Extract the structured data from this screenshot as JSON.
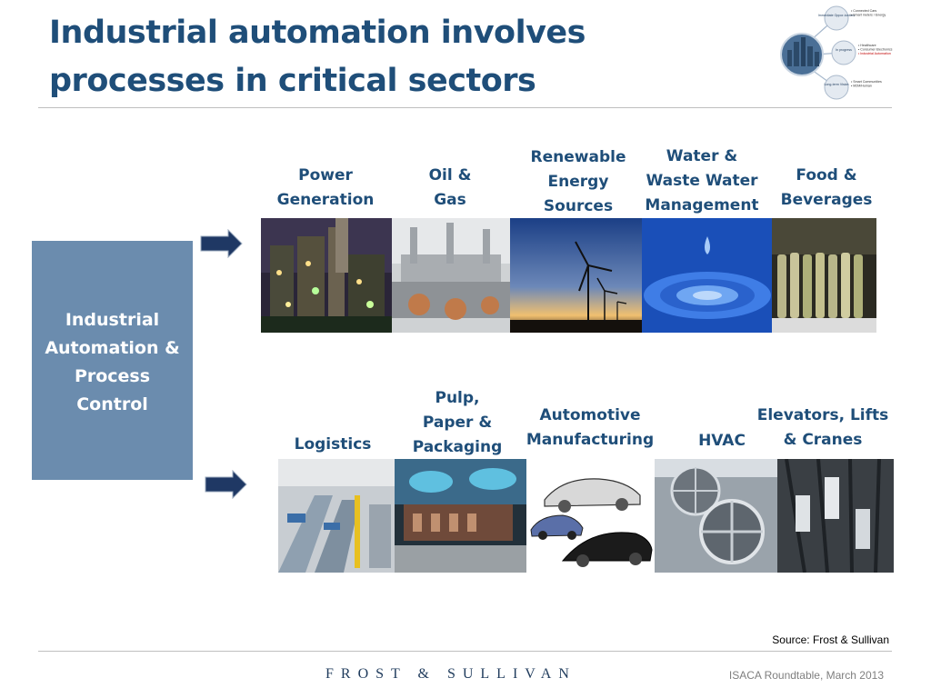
{
  "title": "Industrial automation involves processes in critical sectors",
  "diagram_thumbnail": {
    "nodes": [
      "Immediate Oppor-tunities",
      "In progress",
      "Long-term Vision"
    ],
    "items": [
      [
        "• Connected Cars",
        "• Smart meters / Energy"
      ],
      [
        "• Healthcare",
        "• Consumer Electronics",
        "• Industrial Automation"
      ],
      [
        "• Smart Communities",
        "• M2M/Human"
      ]
    ]
  },
  "side_box": {
    "label": "Industrial\nAutomation &\nProcess\nControl"
  },
  "sectors_top": [
    {
      "label": "Power\nGeneration",
      "image": "power-plant"
    },
    {
      "label": "Oil &\nGas",
      "image": "refinery-equipment"
    },
    {
      "label": "Renewable\nEnergy\nSources",
      "image": "wind-turbines"
    },
    {
      "label": "Water &\nWaste Water\nManagement",
      "image": "water-drop"
    },
    {
      "label": "Food &\nBeverages",
      "image": "bottling-line"
    }
  ],
  "sectors_bottom": [
    {
      "label": "Logistics",
      "image": "warehouse-conveyor"
    },
    {
      "label": "Pulp,\nPaper &\nPackaging",
      "image": "packaging-machine"
    },
    {
      "label": "Automotive\nManufacturing",
      "image": "car-sketches"
    },
    {
      "label": "HVAC",
      "image": "hvac-fans"
    },
    {
      "label": "Elevators, Lifts\n& Cranes",
      "image": "elevator-shafts"
    }
  ],
  "colors": {
    "title": "#1f4e79",
    "side_box": "#6b8cae",
    "arrow": "#1f3864"
  },
  "source": "Source: Frost & Sullivan",
  "logo": "FROST & SULLIVAN",
  "footer": "ISACA Roundtable, March 2013"
}
